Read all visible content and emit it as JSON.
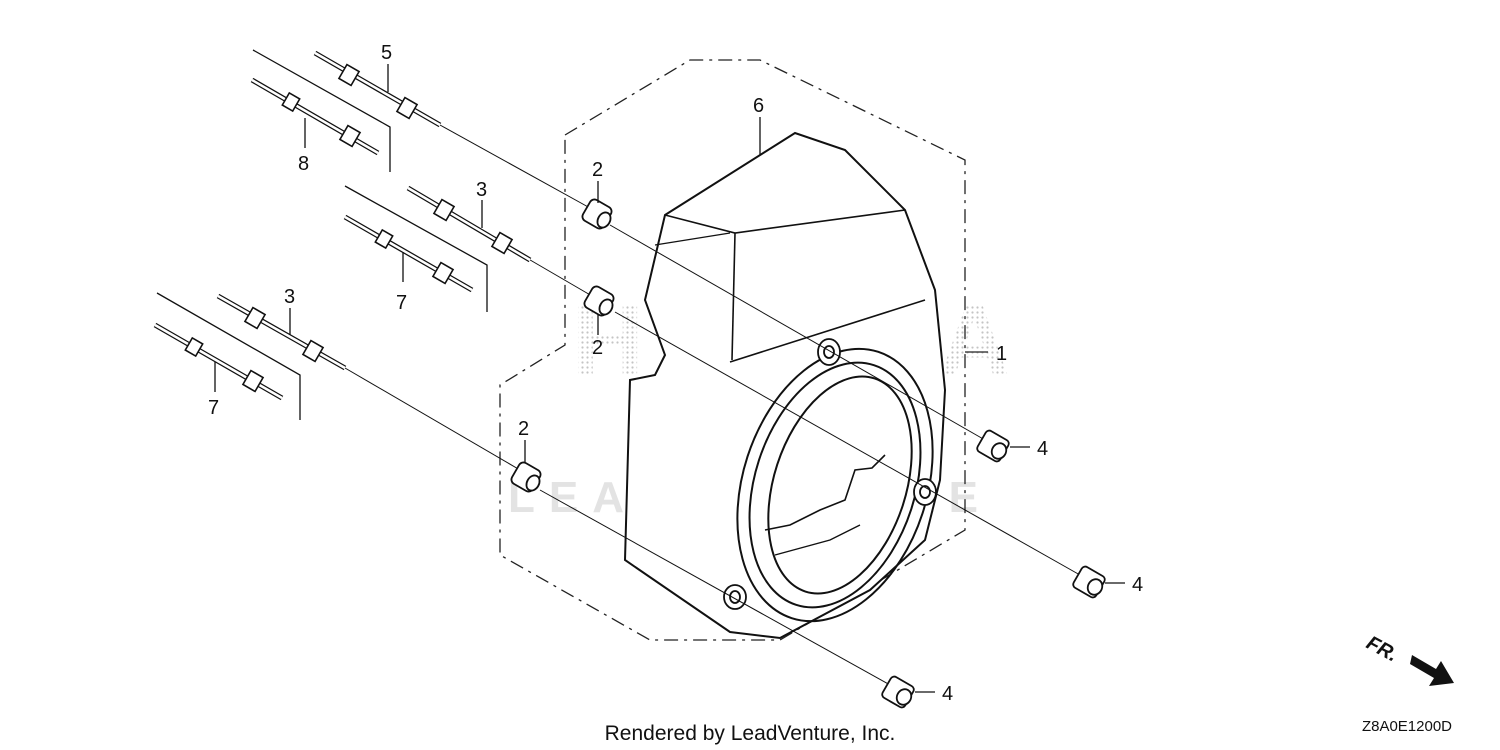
{
  "watermark": {
    "brand": "HONDA",
    "dealer": "LEADVENTURE"
  },
  "callouts": {
    "c1": "1",
    "c2a": "2",
    "c2b": "2",
    "c2c": "2",
    "c3a": "3",
    "c3b": "3",
    "c4a": "4",
    "c4b": "4",
    "c4c": "4",
    "c5": "5",
    "c6": "6",
    "c7a": "7",
    "c7b": "7",
    "c8": "8"
  },
  "direction_marker": "FR.",
  "footer": {
    "rendered_by": "Rendered by LeadVenture, Inc.",
    "diagram_code": "Z8A0E1200D"
  }
}
